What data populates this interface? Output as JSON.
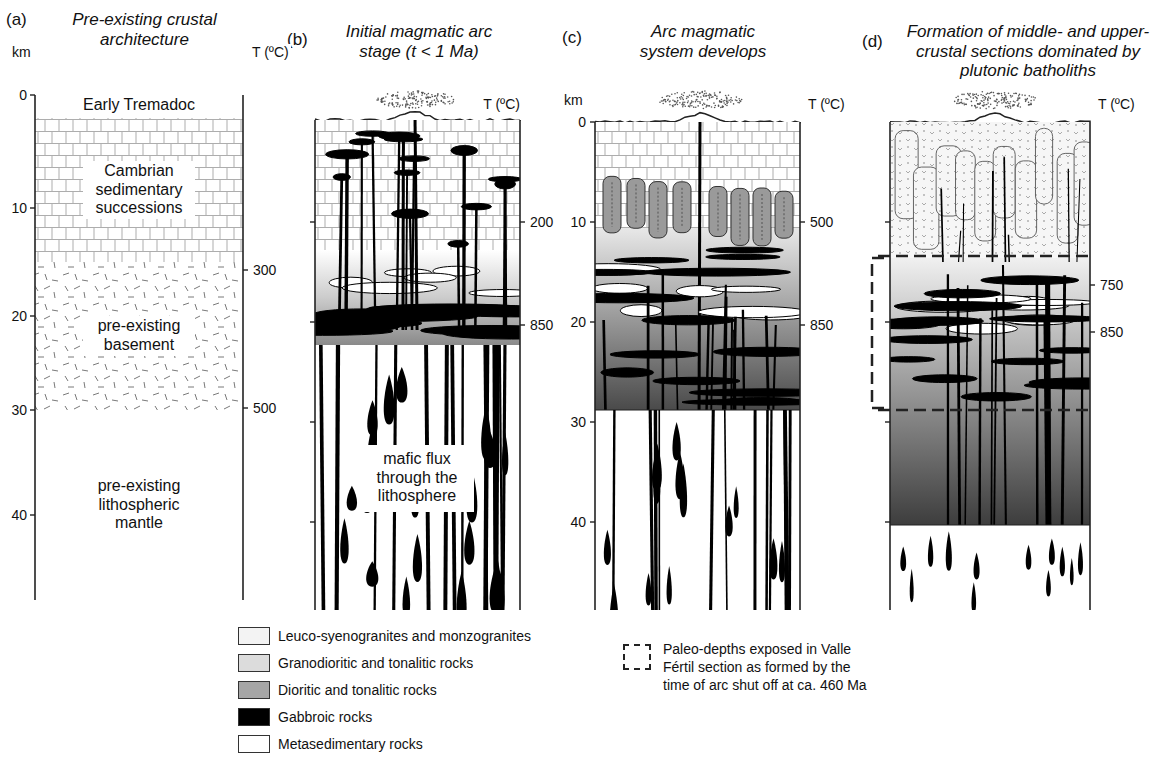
{
  "diagram": {
    "nodes": [
      {
        "text": [
          "(a)",
          "Pre-existing crustal architecture"
        ]
      },
      {
        "text": [
          "Cambrian sedimentary successions"
        ],
        "in": 0
      },
      {
        "text": [
          "pre-existing basement"
        ],
        "in": 0
      },
      {
        "text": [
          "pre-existing lithospheric mantle"
        ],
        "in": 0
      },
      {
        "text": [
          "(b)",
          "Initial magmatic arc stage (t < 1 Ma)"
        ]
      },
      {
        "text": [
          "mafic flux through the lithosphere"
        ],
        "in": 4
      },
      {
        "text": [
          "(c)",
          "Arc magmatic system develops"
        ]
      },
      {
        "text": [
          "(d)",
          "Formation of middle- and upper- crustal sections dominated by plutonic batholiths"
        ]
      }
    ],
    "labels": [
      "Early Tremadoc",
      "km",
      "0",
      "10",
      "20",
      "30",
      "40",
      "T (ºC)",
      "300",
      "500",
      "T (ºC)",
      "200",
      "850",
      "km",
      "0",
      "10",
      "20",
      "30",
      "40",
      "T (ºC)",
      "500",
      "850",
      "T (ºC)",
      "750",
      "850"
    ],
    "legend": [
      {
        "text": "Leuco-syenogranites and monzogranites",
        "color": "#f3f3f3"
      },
      {
        "text": "Granodioritic and tonalitic rocks",
        "color": "#dcdcdc"
      },
      {
        "text": "Dioritic and tonalitic rocks",
        "color": "#a6a6a6"
      },
      {
        "text": "Gabbroic rocks",
        "color": "#000000"
      },
      {
        "text": "Metasedimentary rocks",
        "color": "#ffffff"
      },
      {
        "text": "Paleo-depths exposed in Valle Fértil section as formed by the time of arc shut off at ca. 460 Ma"
      }
    ]
  }
}
